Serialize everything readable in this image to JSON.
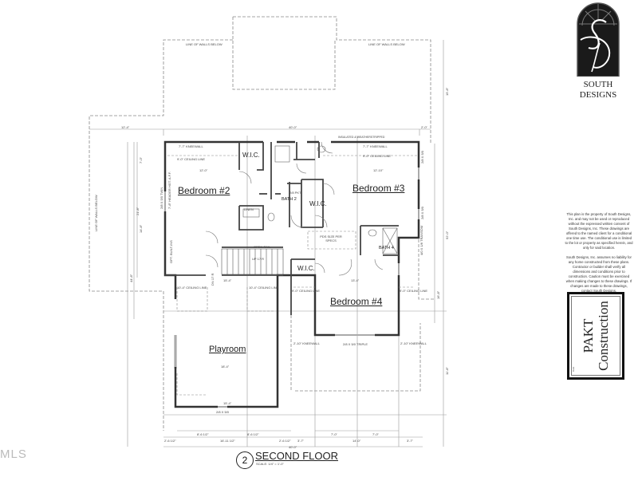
{
  "branding": {
    "company_line1": "SOUTH",
    "company_line2": "DESIGNS",
    "logo_icon": "arched-window-sd-monogram-icon",
    "disclaimer_paragraph1": "This plan is the property of South Designs, Inc. and may not be used or reproduced without the expressed written consent of South Designs, Inc. These drawings are offered to the named client for a conditional one time use. The conditional use is limited to the lot or property as specified herein, and only for said location.",
    "disclaimer_paragraph2": "South Designs, Inc. assumes no liability for any home constructed from these plans. Contractor or builder shall verify all dimensions and conditions prior to construction. Caution must be exercised when making changes to these drawings. If changes are made to these drawings, contact South Designs.",
    "client_line1": "PAKT",
    "client_line2": "Construction",
    "date_label": "Date"
  },
  "drawing": {
    "number": "2",
    "title": "SECOND FLOOR",
    "scale": "SCALE: 1/4\" = 1'-0\""
  },
  "watermark": "MLS",
  "rooms": {
    "bedroom2": "Bedroom #2",
    "bedroom3": "Bedroom #3",
    "bedroom4": "Bedroom #4",
    "playroom": "Playroom",
    "wic1": "W.I.C.",
    "wic2": "W.I.C.",
    "wic3": "W.I.C.",
    "bath2": "BATH 2",
    "bath4": "BATH 4",
    "linen": "LINEN"
  },
  "notes": {
    "line_of_walls_below_left": "LINE OF WALLS BELOW",
    "line_of_walls_below_right": "LINE OF WALLS BELOW",
    "line_of_walls_below_side": "LINE OF WALLS BELOW",
    "insulated": "INSULATED & WEATHERSTRIPPED",
    "kneewall_b2": "7'-7\" KNEEWALL",
    "ceiling_b2": "9'-0\" CEILING LINE",
    "kneewall_b3": "7'-7\" KNEEWALL",
    "ceiling_b3": "9'-0\" CEILING LINE",
    "open_rail": "OPEN RAIL",
    "pds": "PDS SIZE PER SPECS",
    "ceiling_play_left": "10'-4\" CEILING LINE",
    "ceiling_play_right": "10'-4\" CEILING LINE",
    "ceiling_b4_left": "9'-0\" CEILING LINE",
    "ceiling_b4_right": "9'-0\" CEILING LINE",
    "kneewall_b4_left": "2'-10\" KNEEWALL",
    "kneewall_b4_right": "2'-10\" KNEEWALL",
    "window_playroom": "2/8 X 5/0",
    "window_b4": "2/8 X 5/0 TRIPLE",
    "stairs_up": "UP 17 R",
    "stairs_dn": "DN 17 R",
    "opt_built_ins": "OPT. BUILT-INS",
    "header_b2": "7'-8\" HEADER HGT. A.F.F.",
    "window_b2": "2/8 X 5/0 TWIN",
    "window_b3_top": "2/8 X 5/0",
    "window_b3_bottom": "2/8 X 5/0",
    "window_bath4": "4/0 X 1/6 TRANSOM",
    "door_2868": "2/6",
    "door_pkt": "2/8 PKT"
  },
  "dimensions": {
    "top_left": "12'-4\"",
    "top_main": "40'-0\"",
    "top_right": "2'-0\"",
    "right_overall": "52'-0\"",
    "right_upper": "15'-8\"",
    "right_b3_1": "5'-8\"",
    "right_b3_2": "9'-8\"",
    "right_b3_3": "4'-8\"",
    "right_lower": "16'-8\"",
    "right_bottom": "11'-8\"",
    "left_overall": "44'-8\"",
    "left_b2": "21'-8\"",
    "left_b2_sub1": "7'-0\"",
    "left_b2_sub2": "14'-8\"",
    "left_bottom": "5'-8\"",
    "b2_width": "12'-0\"",
    "b3_width": "12'-10\"",
    "b4_width": "13'-4\"",
    "play_width1": "15'-4\"",
    "play_width2": "18'-4\"",
    "play_width3": "15'-4\"",
    "bottom_left_a": "8'-6 1/2\"",
    "bottom_left_b": "8'-6 1/2\"",
    "bottom_b4_a": "7'-0\"",
    "bottom_b4_b": "7'-0\"",
    "bottom_row_1": "2'-6 1/2\"",
    "bottom_row_2": "16'-11 1/2\"",
    "bottom_row_3": "2'-6 1/2\"",
    "bottom_row_4": "3'-7\"",
    "bottom_row_5": "14'-0\"",
    "bottom_row_6": "3'-7\"",
    "bottom_overall": "40'-0\""
  }
}
